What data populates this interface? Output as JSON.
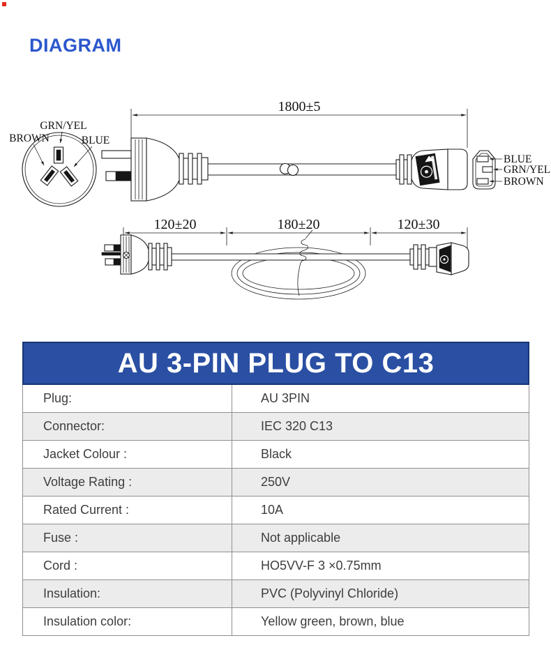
{
  "page": {
    "heading": "DIAGRAM"
  },
  "colors": {
    "heading_blue": "#2b57cc",
    "table_header_bg": "#2a4fa3",
    "table_header_border": "#173572",
    "table_header_text": "#ffffff",
    "row_alt_bg": "#ececec",
    "table_border": "#8f8f8f",
    "diagram_line": "#1c1c1c",
    "artifact_red": "#e62b1e"
  },
  "diagram": {
    "plug_face": {
      "top_label": "GRN/YEL",
      "left_label": "BROWN",
      "right_label": "BLUE"
    },
    "overall_length_dim": "1800±5",
    "connector_face": {
      "labels": [
        "BLUE",
        "GRN/YEL",
        "BROWN"
      ]
    },
    "fold_dims": {
      "left": "120±20",
      "middle": "180±20",
      "right": "120±30"
    }
  },
  "spec_table": {
    "title": "AU 3-PIN PLUG TO C13",
    "rows": [
      {
        "label": "Plug:",
        "value": "AU 3PIN"
      },
      {
        "label": "Connector:",
        "value": "IEC 320 C13"
      },
      {
        "label": "Jacket Colour :",
        "value": "Black"
      },
      {
        "label": "Voltage Rating :",
        "value": "250V"
      },
      {
        "label": "Rated Current :",
        "value": "10A"
      },
      {
        "label": "Fuse :",
        "value": "Not applicable"
      },
      {
        "label": "Cord :",
        "value": "HO5VV-F 3 ×0.75mm"
      },
      {
        "label": "Insulation:",
        "value": "PVC (Polyvinyl Chloride)"
      },
      {
        "label": "Insulation color:",
        "value": "Yellow green, brown, blue"
      }
    ]
  }
}
